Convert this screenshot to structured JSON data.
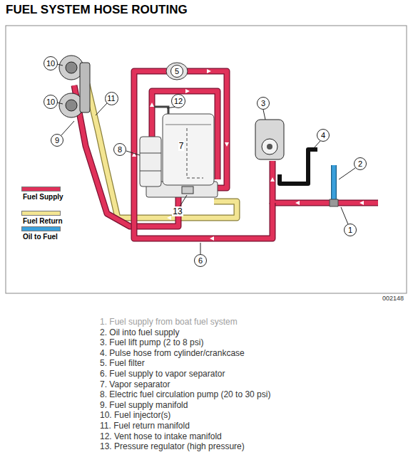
{
  "diagram": {
    "title": "FUEL SYSTEM HOSE ROUTING",
    "nodes": [
      {
        "text": [
          "10"
        ]
      },
      {
        "text": [
          "5"
        ]
      },
      {
        "text": [
          "3"
        ]
      },
      {
        "text": [
          "10"
        ]
      },
      {
        "text": [
          "11"
        ]
      },
      {
        "text": [
          "12"
        ]
      },
      {
        "text": [
          "4"
        ]
      },
      {
        "text": [
          "9"
        ]
      },
      {
        "text": [
          "8"
        ]
      },
      {
        "text": [
          "2"
        ]
      },
      {
        "text": [
          "1"
        ]
      },
      {
        "text": [
          "6"
        ]
      }
    ],
    "labels": [
      "7",
      "13",
      "002148",
      "1. Fuel supply from boat fuel system",
      "2. Oil into fuel supply",
      "3. Fuel lift pump (2 to 8 psi)",
      "4. Pulse hose from cylinder/crankcase",
      "5. Fuel filter",
      "6. Fuel supply to vapor separator",
      "7. Vapor separator",
      "8. Electric fuel circulation pump (20 to 30 psi)",
      "9. Fuel supply manifold",
      "10. Fuel injector(s)",
      "11. Fuel return manifold",
      "12. Vent hose to intake manifold",
      "13. Pressure regulator (high pressure)"
    ],
    "legend": [
      {
        "text": "Fuel Supply",
        "color": "#e0315a"
      },
      {
        "text": "Fuel Return",
        "color": "#f3e592"
      },
      {
        "text": "Oil to Fuel",
        "color": "#3aa0dc"
      }
    ]
  }
}
